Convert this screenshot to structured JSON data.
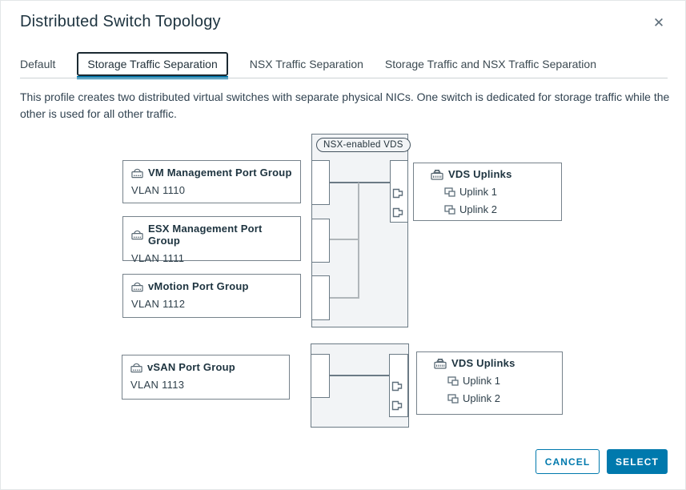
{
  "dialog": {
    "title": "Distributed Switch Topology",
    "close_glyph": "✕"
  },
  "tabs": {
    "items": [
      {
        "label": "Default",
        "active": false
      },
      {
        "label": "Storage Traffic Separation",
        "active": true
      },
      {
        "label": "NSX Traffic Separation",
        "active": false
      },
      {
        "label": "Storage Traffic and NSX Traffic Separation",
        "active": false
      }
    ]
  },
  "description": "This profile creates two distributed virtual switches with separate physical NICs. One switch is dedicated for storage traffic while the other is used for all other traffic.",
  "topology": {
    "nsx_vds_label": "NSX-enabled VDS",
    "port_groups": [
      {
        "name": "VM Management Port Group",
        "vlan": "VLAN 1110"
      },
      {
        "name": "ESX Management Port Group",
        "vlan": "VLAN 1111"
      },
      {
        "name": "vMotion Port Group",
        "vlan": "VLAN 1112"
      },
      {
        "name": "vSAN Port Group",
        "vlan": "VLAN 1113"
      }
    ],
    "uplink_panels": [
      {
        "title": "VDS Uplinks",
        "items": [
          "Uplink 1",
          "Uplink 2"
        ]
      },
      {
        "title": "VDS Uplinks",
        "items": [
          "Uplink 1",
          "Uplink 2"
        ]
      }
    ],
    "icons": {
      "port_group": "port-group-icon",
      "vds_uplinks": "switch-uplinks-icon",
      "uplink": "uplink-port-icon",
      "nic": "physical-nic-icon"
    }
  },
  "footer": {
    "cancel_label": "CANCEL",
    "select_label": "SELECT"
  },
  "colors": {
    "accent_blue": "#0079ad",
    "title_text": "#1d333f",
    "diagram_border": "#6b7a85",
    "vds_fill": "#f2f4f6",
    "active_tab_outline": "#1b2a32"
  }
}
